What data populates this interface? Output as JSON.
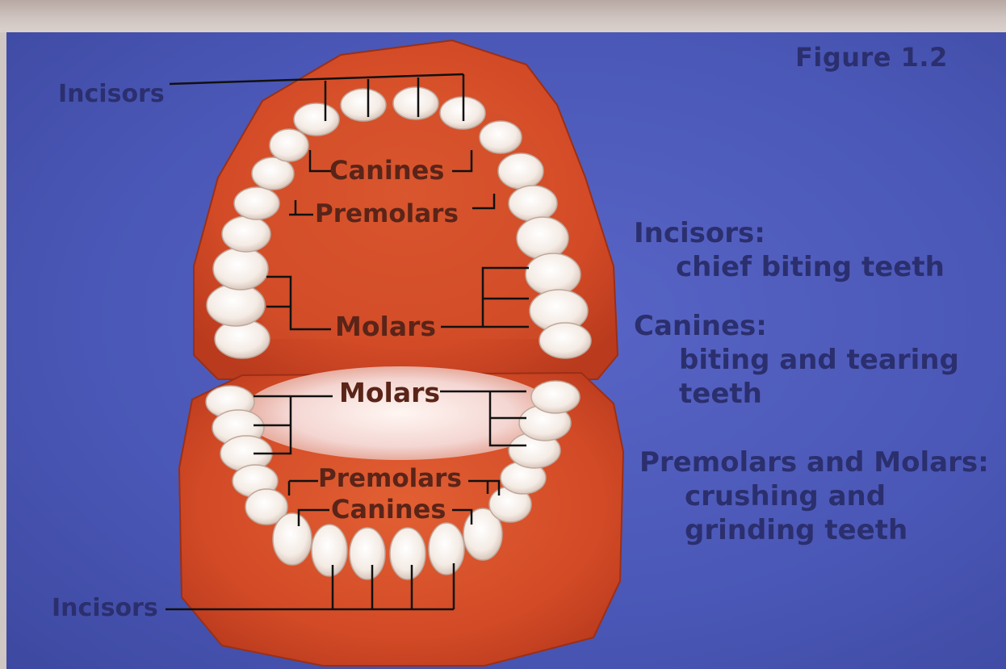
{
  "figure_label": "Figure 1.2",
  "upper_labels": {
    "incisors": "Incisors",
    "canines": "Canines",
    "premolars": "Premolars",
    "molars": "Molars"
  },
  "lower_labels": {
    "molars": "Molars",
    "premolars": "Premolars",
    "canines": "Canines",
    "incisors": "Incisors"
  },
  "descriptions": [
    {
      "title": "Incisors:",
      "lines": [
        "chief biting teeth"
      ]
    },
    {
      "title": "Canines:",
      "lines": [
        "biting and tearing",
        "teeth"
      ]
    },
    {
      "title": "Premolars and Molars:",
      "lines": [
        "crushing and",
        "grinding teeth"
      ]
    }
  ],
  "colors": {
    "background": "#4f5bb0",
    "gum": "#d8532e",
    "tooth": "#f6ece6",
    "label_text": "#2b2f6e",
    "inner_label_text": "#5a2418"
  }
}
